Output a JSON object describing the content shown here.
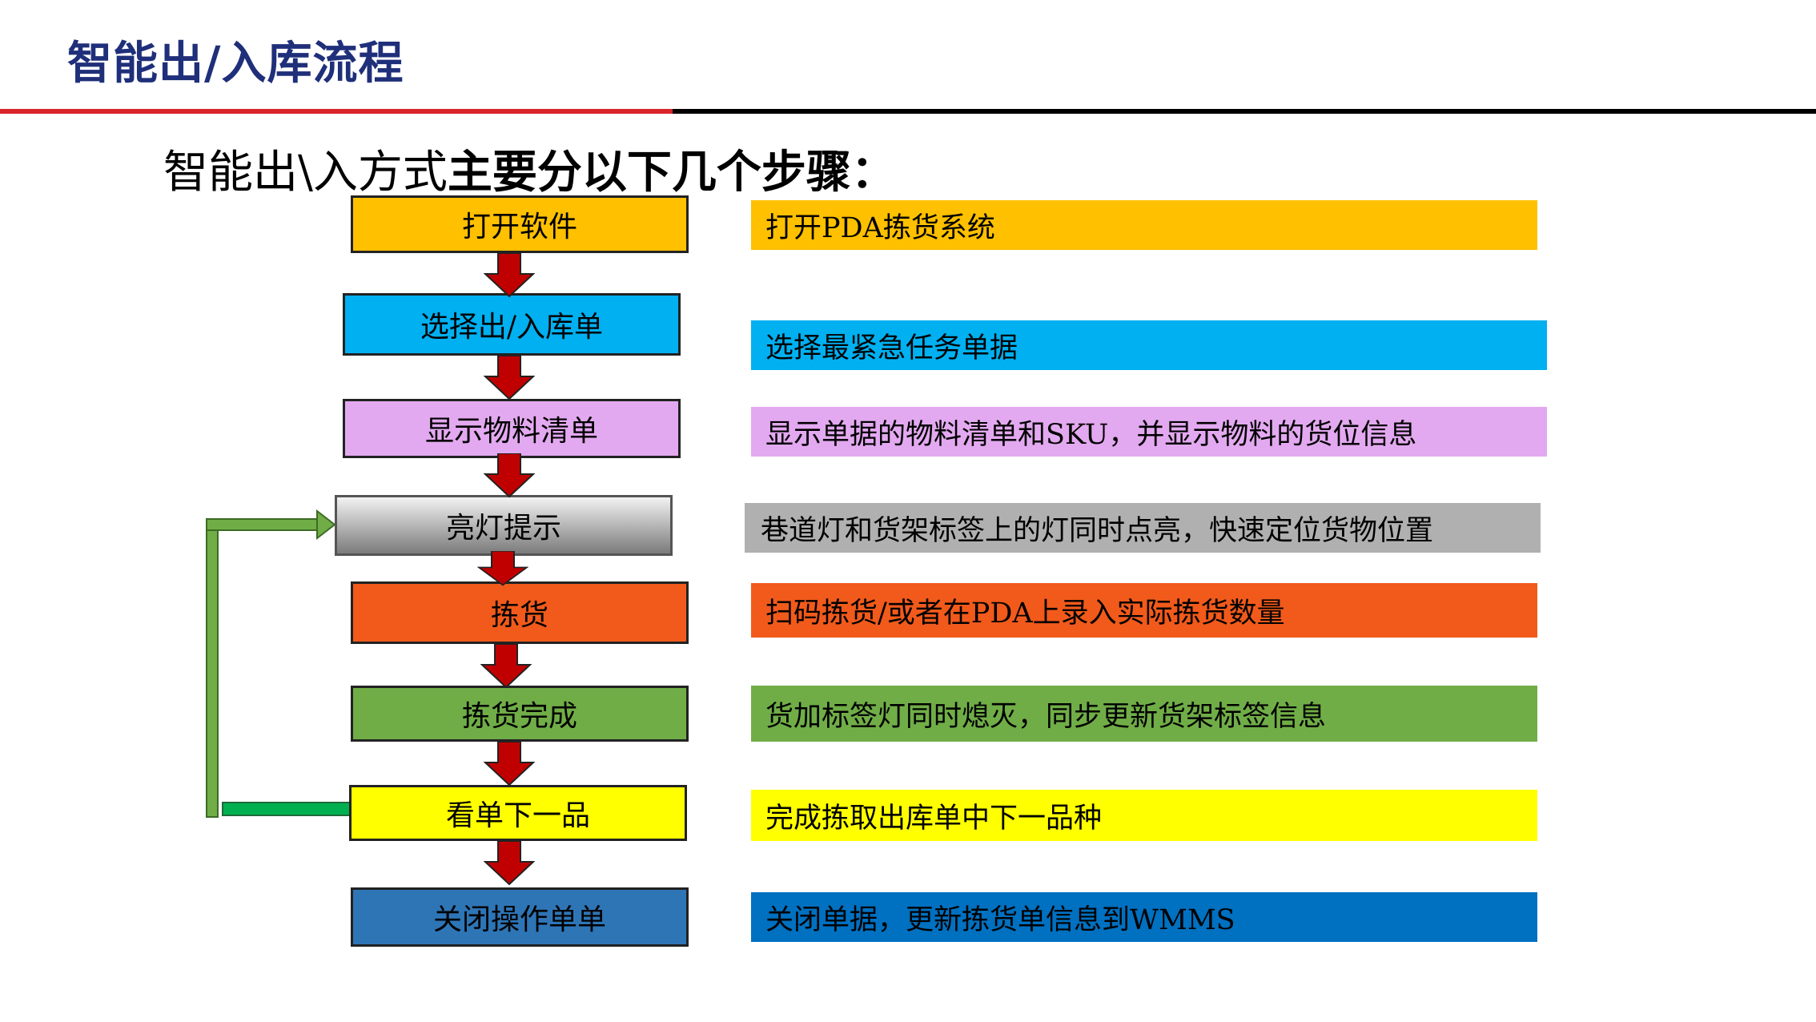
{
  "title": "智能出/入库流程",
  "subtitle": {
    "prefix": "智能出\\入方式",
    "emphasis": "主要分以下几个步骤："
  },
  "steps": [
    {
      "label": "打开软件",
      "color": "#ffc000"
    },
    {
      "label": "选择出/入库单",
      "color": "#00b0f0"
    },
    {
      "label": "显示物料清单",
      "color": "#e3a9f0"
    },
    {
      "label": "亮灯提示",
      "color": "gradient-gray"
    },
    {
      "label": "拣货",
      "color": "#f15a1b"
    },
    {
      "label": "拣货完成",
      "color": "#70ad47"
    },
    {
      "label": "看单下一品",
      "color": "#ffff00"
    },
    {
      "label": "关闭操作单单",
      "color": "#2e75b6"
    }
  ],
  "descriptions": [
    {
      "text": "打开PDA拣货系统",
      "color": "#ffc000"
    },
    {
      "text": "选择最紧急任务单据",
      "color": "#00b0f0"
    },
    {
      "text": "显示单据的物料清单和SKU，并显示物料的货位信息",
      "color": "#e3a9f0"
    },
    {
      "text": "巷道灯和货架标签上的灯同时点亮，快速定位货物位置",
      "color": "#b0b0b0"
    },
    {
      "text": "扫码拣货/或者在PDA上录入实际拣货数量",
      "color": "#f15a1b"
    },
    {
      "text": "货加标签灯同时熄灭，同步更新货架标签信息",
      "color": "#70ad47"
    },
    {
      "text": "完成拣取出库单中下一品种",
      "color": "#ffff00"
    },
    {
      "text": "关闭单据，更新拣货单信息到WMMS",
      "color": "#0070c0"
    }
  ],
  "flow_arrow_color": "#c00000",
  "loop_arrow_color": "#70ad47"
}
